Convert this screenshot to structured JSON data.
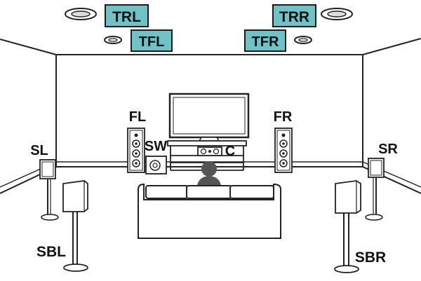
{
  "colors": {
    "line": "#222222",
    "label_box_fill": "#6fc3c6",
    "label_box_stroke": "#1c1c1c",
    "listener": "#555555"
  },
  "labels": {
    "trl": "TRL",
    "trr": "TRR",
    "tfl": "TFL",
    "tfr": "TFR",
    "fl": "FL",
    "fr": "FR",
    "sw": "SW",
    "c": "C",
    "sl": "SL",
    "sr": "SR",
    "sbl": "SBL",
    "sbr": "SBR"
  }
}
